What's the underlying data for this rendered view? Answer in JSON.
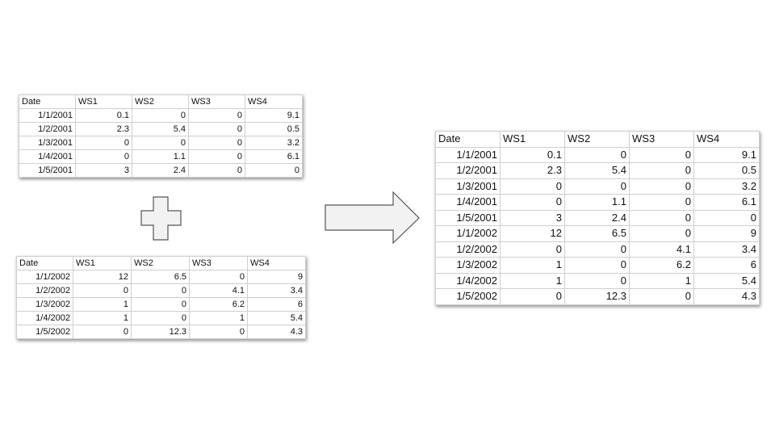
{
  "headers": [
    "Date",
    "WS1",
    "WS2",
    "WS3",
    "WS4"
  ],
  "table_2001": {
    "rows": [
      [
        "1/1/2001",
        "0.1",
        "0",
        "0",
        "9.1"
      ],
      [
        "1/2/2001",
        "2.3",
        "5.4",
        "0",
        "0.5"
      ],
      [
        "1/3/2001",
        "0",
        "0",
        "0",
        "3.2"
      ],
      [
        "1/4/2001",
        "0",
        "1.1",
        "0",
        "6.1"
      ],
      [
        "1/5/2001",
        "3",
        "2.4",
        "0",
        "0"
      ]
    ]
  },
  "table_2002": {
    "rows": [
      [
        "1/1/2002",
        "12",
        "6.5",
        "0",
        "9"
      ],
      [
        "1/2/2002",
        "0",
        "0",
        "4.1",
        "3.4"
      ],
      [
        "1/3/2002",
        "1",
        "0",
        "6.2",
        "6"
      ],
      [
        "1/4/2002",
        "1",
        "0",
        "1",
        "5.4"
      ],
      [
        "1/5/2002",
        "0",
        "12.3",
        "0",
        "4.3"
      ]
    ]
  },
  "table_combined": {
    "rows": [
      [
        "1/1/2001",
        "0.1",
        "0",
        "0",
        "9.1"
      ],
      [
        "1/2/2001",
        "2.3",
        "5.4",
        "0",
        "0.5"
      ],
      [
        "1/3/2001",
        "0",
        "0",
        "0",
        "3.2"
      ],
      [
        "1/4/2001",
        "0",
        "1.1",
        "0",
        "6.1"
      ],
      [
        "1/5/2001",
        "3",
        "2.4",
        "0",
        "0"
      ],
      [
        "1/1/2002",
        "12",
        "6.5",
        "0",
        "9"
      ],
      [
        "1/2/2002",
        "0",
        "0",
        "4.1",
        "3.4"
      ],
      [
        "1/3/2002",
        "1",
        "0",
        "6.2",
        "6"
      ],
      [
        "1/4/2002",
        "1",
        "0",
        "1",
        "5.4"
      ],
      [
        "1/5/2002",
        "0",
        "12.3",
        "0",
        "4.3"
      ]
    ]
  },
  "shapes": {
    "plus": "plus-sign",
    "arrow": "right-arrow",
    "fill": "#f2f2f2",
    "stroke": "#555555"
  }
}
